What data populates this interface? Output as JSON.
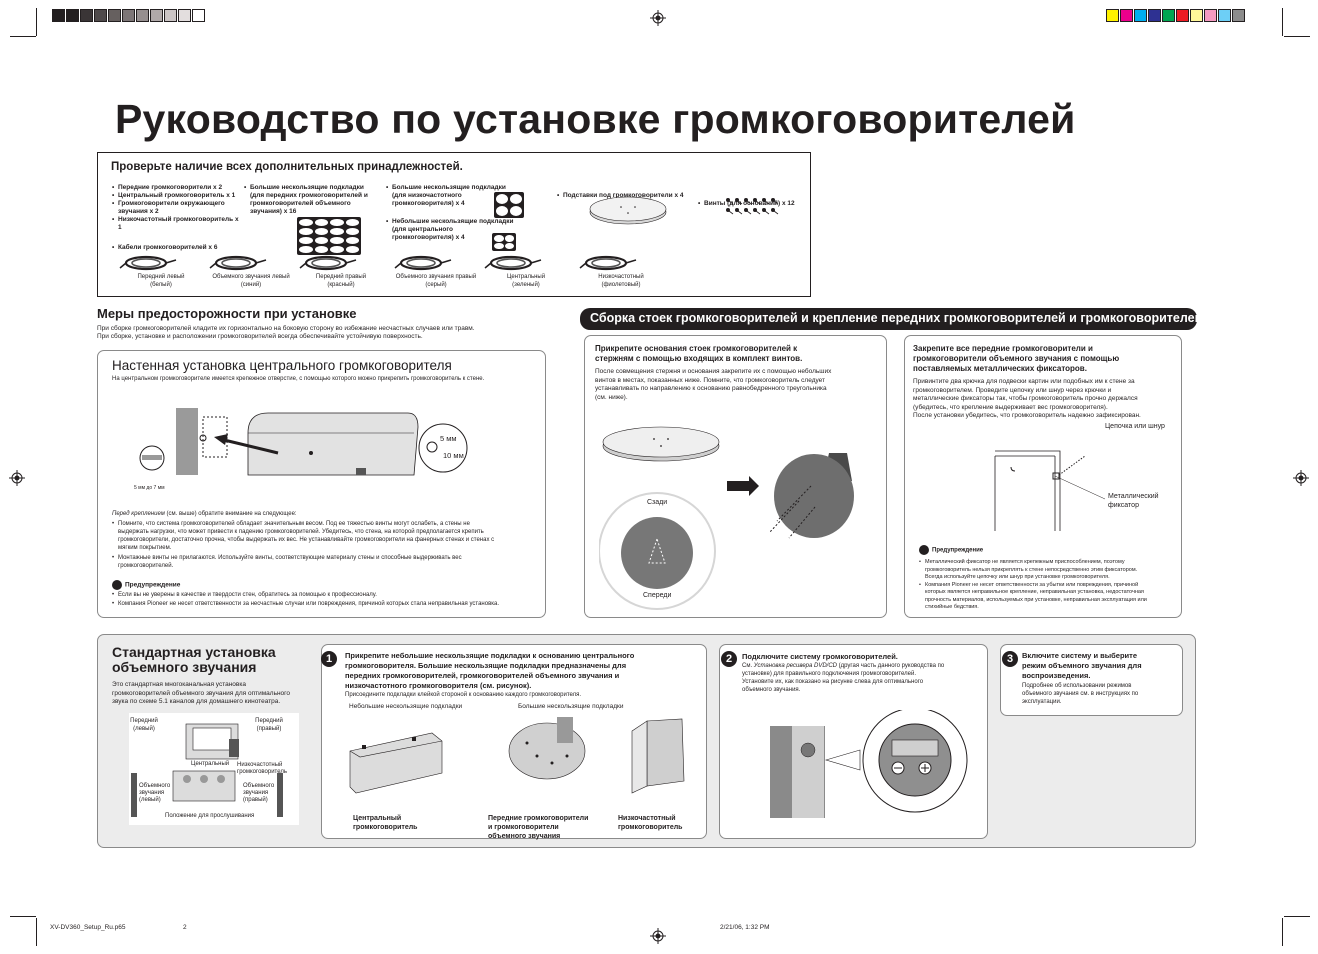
{
  "title": "Руководство по установке громкоговорителей",
  "accessories": {
    "heading": "Проверьте наличие всех дополнительных принадлежностей.",
    "list1": [
      "Передние громкоговорители x 2",
      "Центральный громкоговоритель x 1",
      "Громкоговорители окружающего",
      "звучания x 2",
      "Низкочастотный громкоговоритель x 1"
    ],
    "cables_label": "Кабели громкоговорителей x 6",
    "pads_large": [
      "Большие нескользящие подкладки",
      "(для передних громкоговорителей и",
      "громкоговорителей объемного",
      "звучания) x 16"
    ],
    "pads_woofer": [
      "Большие нескользящие подкладки",
      "(для низкочастотного",
      "громкоговорителя) x 4"
    ],
    "pads_center": [
      "Небольшие нескользящие подкладки",
      "(для центрального",
      "громкоговорителя) x 4"
    ],
    "bases_label": "Подставки под громкоговорители x 4",
    "screws_label": "Винты (для оснований) x 12",
    "cable_labels": [
      [
        "Передний левый",
        "(белый)"
      ],
      [
        "Объемного звучания левый",
        "(синий)"
      ],
      [
        "Передний правый",
        "(красный)"
      ],
      [
        "Объемного звучания правый",
        "(серый)"
      ],
      [
        "Центральный",
        "(зеленый)"
      ],
      [
        "Низкочастотный",
        "(фиолетовый)"
      ]
    ]
  },
  "precautions": {
    "heading": "Меры предосторожности при установке",
    "lines": [
      "При сборке громкоговорителей кладите их горизонтально на боковую сторону во избежание несчастных случаев или травм.",
      "При сборке, установке и расположении громкоговорителей всегда обеспечивайте устойчивую поверхность."
    ]
  },
  "wall": {
    "heading": "Настенная установка центрального громкоговорителя",
    "intro": "На центральном громкоговорителе имеется крепежное отверстие, с помощью которого можно прикрепить громкоговоритель к стене.",
    "dim_5mm": "5 мм",
    "dim_10mm": "10 мм",
    "screw_range": "5 мм до 7 мм",
    "before_italic": "Перед креплением",
    "before_rest": " (см. выше) обратите внимание на следующее:",
    "bullets": [
      [
        "Помните, что система громкоговорителей обладает значительным весом. Под ее тяжестью винты могут ослабеть, а стены не",
        "выдержать нагрузки, что может привести к падению громкоговорителей. Убедитесь, что стена, на которой предполагается крепить",
        "громкоговорители, достаточно прочна, чтобы выдержать их вес. Не устанавливайте громкоговорители на фанерных стенах и стенах с",
        "мягким покрытием."
      ],
      [
        "Монтажные винты не прилагаются. Используйте винты, соответствующие материалу стены и способные выдерживать вес",
        "громкоговорителей."
      ]
    ],
    "warning_title": "Предупреждение",
    "warning_lines": [
      "Если вы не уверены в качестве и твердости стен, обратитесь за помощью к профессионалу.",
      "Компания Pioneer не несет ответственности за несчастные случаи или повреждения, причиной которых стала неправильная установка."
    ]
  },
  "assembly": {
    "bar_title": "Сборка стоек громкоговорителей и крепление передних громкоговорителей и громкоговорителей объемного звучания",
    "left_heading": [
      "Прикрепите основания стоек громкоговорителей к",
      "стержням с помощью входящих в комплект винтов."
    ],
    "left_body": [
      "После совмещения стержня и основания закрепите их с помощью небольших",
      "винтов в местах, показанных ниже. Помните, что громкоговоритель следует",
      "устанавливать по направлению к основанию равнобедренного треугольника",
      "(см. ниже)."
    ],
    "rear": "Сзади",
    "front": "Спереди",
    "right_heading": [
      "Закрепите все передние громкоговорители и",
      "громкоговорители объемного звучания с помощью",
      "поставляемых металлических фиксаторов."
    ],
    "right_body": [
      "Привинтите два крючка для подвески картин или подобных им к стене за",
      "громкоговорителем. Проведите цепочку или шнур через крючки и",
      "металлические фиксаторы так, чтобы громкоговоритель прочно держался",
      "(убедитесь, что крепление выдерживает вес громкоговорителя).",
      "После установки убедитесь, что громкоговоритель надежно зафиксирован."
    ],
    "chain_label": "Цепочка или шнур",
    "clamp_label": [
      "Металлический",
      "фиксатор"
    ],
    "warning_title": "Предупреждение",
    "warning_lines": [
      [
        "Металлический фиксатор не является крепежным приспособлением, поэтому",
        "громкоговоритель нельзя прикреплять к стене непосредственно этим фиксатором.",
        "Всегда используйте цепочку или шнур при установке громкоговорителя."
      ],
      [
        "Компания Pioneer не несет ответственности за убытки или повреждения, причиной",
        "которых является неправильное крепление, неправильная установка, недостаточная",
        "прочность материалов, используемых при установке, неправильная эксплуатация или",
        "стихийные бедствия."
      ]
    ]
  },
  "standard": {
    "heading": [
      "Стандартная установка",
      "объемного звучания"
    ],
    "body": [
      "Это стандартная многоканальная установка",
      "громкоговорителей объемного звучания для оптимального",
      "звука по схеме 5.1 каналов для домашнего кинотеатра."
    ],
    "labels": {
      "front_left": [
        "Передний",
        "(левый)"
      ],
      "front_right": [
        "Передний",
        "(правый)"
      ],
      "center": "Центральный",
      "woofer": [
        "Низкочастотный",
        "громкоговоритель"
      ],
      "surround_left": [
        "Объемного",
        "звучания",
        "(левый)"
      ],
      "surround_right": [
        "Объемного",
        "звучания",
        "(правый)"
      ],
      "listening": "Положение для прослушивания"
    },
    "step1": {
      "num": "1",
      "heading": [
        "Прикрепите небольшие нескользящие подкладки к основанию центрального",
        "громкоговорителя. Большие нескользящие подкладки предназначены для",
        "передних громкоговорителей, громкоговорителей объемного звучания и",
        "низкочастотного громкоговорителя (см. рисунок)."
      ],
      "note": "Присоедините подкладки клейкой стороной к основанию каждого громкоговорителя.",
      "small_pads": "Небольшие нескользящие подкладки",
      "large_pads": "Большие нескользящие подкладки",
      "cap_center": [
        "Центральный",
        "громкоговоритель"
      ],
      "cap_front": [
        "Передние громкоговорители",
        "и громкоговорители",
        "объемного звучания"
      ],
      "cap_woofer": [
        "Низкочастотный",
        "громкоговоритель"
      ]
    },
    "step2": {
      "num": "2",
      "heading": "Подключите систему громкоговорителей.",
      "body_pre": "См. ",
      "body_italic": "Установка ресивера DVD/CD",
      "body_lines": [
        " (другая часть данного руководства по",
        "установке) для правильного подключения громкоговорителей.",
        "Установите их, как показано на рисунке слева для оптимального",
        "объемного звучания."
      ]
    },
    "step3": {
      "num": "3",
      "heading": [
        "Включите систему и выберите",
        "режим объемного звучания для",
        "воспроизведения."
      ],
      "body": [
        "Подробнее об использовании режимов",
        "объемного звучания см. в инструкциях по",
        "эксплуатации."
      ]
    }
  },
  "footer": {
    "file": "XV-DV360_Setup_Ru.p65",
    "page": "2",
    "date": "2/21/06, 1:32 PM"
  },
  "colors": {
    "ink": "#231f20",
    "panel_grey": "#ececec",
    "bar_dark": "#231f20",
    "gray_swatches": [
      "#231f20",
      "#231f20",
      "#3a3536",
      "#4f4a4b",
      "#66605f",
      "#7d7677",
      "#968f8f",
      "#b0a9a9",
      "#cac4c4",
      "#e3dede",
      "#ffffff"
    ],
    "color_swatches": [
      "#fff200",
      "#ec008c",
      "#00aeef",
      "#2e3192",
      "#00a651",
      "#ed1c24",
      "#fff799",
      "#f49ac1",
      "#6dcff6",
      "#8c8c8c"
    ]
  }
}
